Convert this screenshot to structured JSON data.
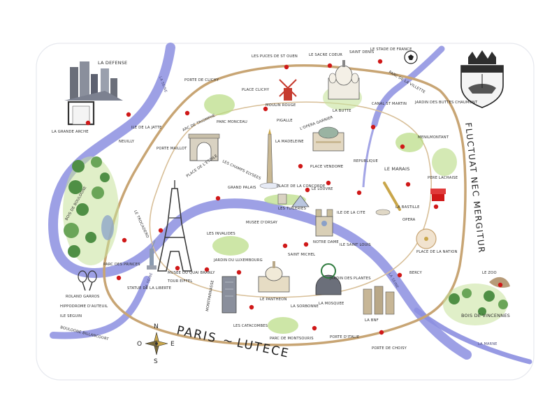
{
  "map": {
    "title_word1": "PARIS",
    "title_sep": "~",
    "title_word2": "LUTECE",
    "motto": "FLUCTUAT NEC MERGITUR"
  },
  "rivers": {
    "seine_north": "LA SEINE",
    "seine_west": "LA SEINE",
    "seine_east": "LA SEINE",
    "marne": "LA MARNE"
  },
  "compass": {
    "north": "N",
    "south": "S",
    "east": "E",
    "west": "O"
  },
  "labels": {
    "la_defense": "LA DEFENSE",
    "grande_arche": "LA GRANDE ARCHE",
    "ile_jatte": "ILE DE LA JATTE",
    "neuilly": "NEUILLY",
    "porte_clichy": "PORTE DE CLICHY",
    "place_clichy": "PLACE CLICHY",
    "puces": "LES PUCES DE ST OUEN",
    "lesbian_guga": "LE SACRE COEUR",
    "saint_denis": "SAINT DENIS",
    "stade_france": "LE STADE DE FRANCE",
    "pigalle": "PIGALLE",
    "moulin_rouge": "MOULIN ROUGE",
    "la_butte": "LA BUTTE",
    "opera_garnier": "L'OPERA GARNIER",
    "madeleine": "LA MADELEINE",
    "place_vendome": "PLACE VENDOME",
    "louvre": "LE LOUVRE",
    "arc_triomphe": "ARC DE TRIOMPHE",
    "place_etoile": "PLACE DE L'ETOILE",
    "champs": "LES CHAMPS ELYSEES",
    "grand_palais": "GRAND PALAIS",
    "concorde": "PLACE DE LA CONCORDE",
    "tuileries": "LES TUILERIES",
    "porte_maillot": "PORTE MAILLOT",
    "parc_monceau": "PARC MONCEAU",
    "parc_villette": "PARC DE LA VILLETTE",
    "buttes_chaumont": "JARDIN DES BUTTES CHAUMONT",
    "canal": "CANAL ST MARTIN",
    "menilmontant": "MENILMONTANT",
    "pere_lachaise": "PERE LACHAISE",
    "republique": "REPUBLIQUE",
    "le_marais": "LE MARAIS",
    "bastille": "LA BASTILLE",
    "opera_bastille": "OPERA",
    "bois_boulogne": "BOIS DE BOULOGNE",
    "trocadero": "LE TROCADERO",
    "tour_eiffel": "TOUR EIFFEL",
    "invalides": "LES INVALIDES",
    "musee_orsay": "MUSEE D'ORSAY",
    "ile_cite": "ILE DE LA CITE",
    "notre_dame": "NOTRE DAME",
    "ile_saint_louis": "ILE SAINT LOUIS",
    "saint_michel": "SAINT MICHEL",
    "jardin_lux": "JARDIN DU LUXEMBOURG",
    "pantheon": "LE PANTHEON",
    "sorbonne": "LA SORBONNE",
    "montparnasse": "MONTPARNASSE",
    "catacombes": "LES CATACOMBES",
    "parc_montsouris": "PARC DE MONTSOURIS",
    "bibliotheque": "LA BNF",
    "bercy": "BERCY",
    "porte_italie": "PORTE D'ITALIE",
    "porte_choisy": "PORTE DE CHOISY",
    "bois_vincennes": "BOIS DE VINCENNES",
    "zoo": "LE ZOO",
    "nation": "PLACE DE LA NATION",
    "roland_garros": "ROLAND GARROS",
    "parc_princes": "PARC DES PRINCES",
    "boulogne": "BOULOGNE BILLANCOURT",
    "hippodrome": "HIPPODROME D'AUTEUIL",
    "statue_liberte": "STATUE DE LA LIBERTE",
    "quai_branly": "MUSEE DU QUAI BRANLY",
    "mosquee": "LA MOSQUEE",
    "jardin_plantes": "JARDIN DES PLANTES",
    "ile_seguin": "ILE SEGUIN"
  },
  "colors": {
    "river": "#8c8fe0",
    "river_dark": "#6e72cf",
    "periph": "#c8a574",
    "road": "#d8bf98",
    "park": "#a7d46a",
    "tree": "#4f8f45",
    "marker": "#d01818",
    "frame": "#cfd3dc"
  },
  "icons": [
    "eiffel-tower-icon",
    "arc-de-triomphe-icon",
    "sacre-coeur-icon",
    "moulin-rouge-icon",
    "notre-dame-icon",
    "pantheon-icon",
    "louvre-pyramid-icon",
    "obelisk-icon",
    "bastille-column-icon",
    "grande-arche-icon",
    "opera-garnier-icon",
    "coat-of-arms-icon",
    "compass-rose-icon",
    "football-icon",
    "tennis-rackets-icon",
    "statue-of-liberty-icon"
  ]
}
